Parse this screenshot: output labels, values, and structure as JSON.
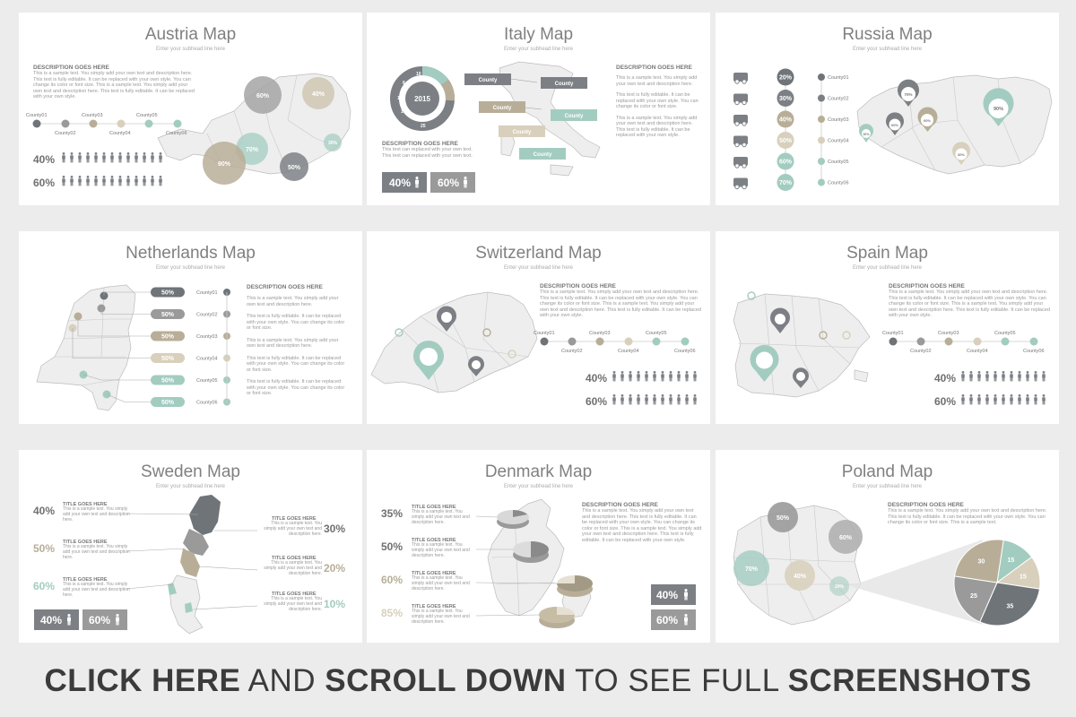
{
  "slides": [
    {
      "title": "Austria Map",
      "subtitle": "Enter your subhead line here",
      "desc_heading": "DESCRIPTION GOES HERE",
      "desc_text": "This is a sample text. You simply add your own text and description here. This text is fully editable. It can be replaced with your own style. You can change its color or font size. This is a sample text. You simply add your own text and description here. This text is fully editable. It can be replaced with your own style.",
      "counties": [
        "County01",
        "County02",
        "County03",
        "County04",
        "County05",
        "County06"
      ],
      "bubbles": [
        "60%",
        "40%",
        "70%",
        "90%",
        "50%",
        "30%"
      ],
      "stats": [
        "40%",
        "60%"
      ]
    },
    {
      "title": "Italy Map",
      "subtitle": "Enter your subhead line here",
      "donut_center": "2015",
      "donut_values": [
        "10",
        "8",
        "10",
        "10",
        "25"
      ],
      "desc_heading": "DESCRIPTION GOES HERE",
      "desc_text": "This text can replaced with your own text. This text can replaced with your own text.",
      "tags": [
        "County",
        "County",
        "County",
        "County",
        "County",
        "County"
      ],
      "right_texts": [
        "This is a sample text. You simply add your own text and description here.",
        "This text is fully editable. It can be replaced with your own style. You can change its color or font size.",
        "This is a sample text. You simply add your own text and description here. This text is fully editable. It can be replaced with your own style."
      ],
      "stats": [
        "40%",
        "60%"
      ]
    },
    {
      "title": "Russia Map",
      "subtitle": "Enter your subhead line here",
      "rows": [
        {
          "value": "20%",
          "label": "County01"
        },
        {
          "value": "30%",
          "label": "County02"
        },
        {
          "value": "40%",
          "label": "County03"
        },
        {
          "value": "50%",
          "label": "County04"
        },
        {
          "value": "60%",
          "label": "County05"
        },
        {
          "value": "70%",
          "label": "County06"
        }
      ],
      "icons": [
        "bicycle-icon",
        "car-icon",
        "bus-icon",
        "train-icon",
        "airplane-icon",
        "ship-icon"
      ],
      "pins": [
        "70%",
        "60%",
        "60%",
        "90%",
        "30%",
        "20%"
      ]
    },
    {
      "title": "Netherlands Map",
      "subtitle": "Enter your subhead line here",
      "pills": [
        "50%",
        "50%",
        "50%",
        "50%",
        "50%",
        "50%"
      ],
      "counties": [
        "County01",
        "County02",
        "County03",
        "County04",
        "County05",
        "County06"
      ],
      "desc_heading": "DESCRIPTION GOES HERE",
      "desc_texts": [
        "This is a sample text. You simply add your own text and description here.",
        "This text is fully editable. It can be replaced with your own style. You can change its color or font size.",
        "This is a sample text. You simply add your own text and description here.",
        "This text is fully editable. It can be replaced with your own style. You can change its color or font size.",
        "This text is fully editable. It can be replaced with your own style. You can change its color or font size."
      ]
    },
    {
      "title": "Switzerland Map",
      "subtitle": "Enter your subhead line here",
      "desc_heading": "DESCRIPTION GOES HERE",
      "desc_text": "This is a sample text. You simply add your own text and description here. This text is fully editable. It can be replaced with your own style. You can change its color or font size. This is a sample text. You simply add your own text and description here. This text is fully editable. It can be replaced with your own style.",
      "counties": [
        "County01",
        "County02",
        "County03",
        "County04",
        "County05",
        "County06"
      ],
      "stats": [
        "40%",
        "60%"
      ]
    },
    {
      "title": "Spain Map",
      "subtitle": "Enter your subhead line here",
      "desc_heading": "DESCRIPTION GOES HERE",
      "desc_text": "This is a sample text. You simply add your own text and description here. This text is fully editable. It can be replaced with your own style. You can change its color or font size. This is a sample text. You simply add your own text and description here. This text is fully editable. It can be replaced with your own style.",
      "counties": [
        "County01",
        "County02",
        "County03",
        "County04",
        "County05",
        "County06"
      ],
      "stats": [
        "40%",
        "60%"
      ]
    },
    {
      "title": "Sweden Map",
      "subtitle": "Enter your subhead line here",
      "left": [
        {
          "pct": "40%",
          "title": "TITLE GOES HERE",
          "text": "This is a sample text. You simply add your own text and description here."
        },
        {
          "pct": "50%",
          "title": "TITLE GOES HERE",
          "text": "This is a sample text. You simply add your own text and description here."
        },
        {
          "pct": "60%",
          "title": "TITLE GOES HERE",
          "text": "This is a sample text. You simply add your own text and description here."
        }
      ],
      "right": [
        {
          "pct": "30%",
          "title": "TITLE GOES HERE",
          "text": "This is a sample text. You simply add your own text and description here."
        },
        {
          "pct": "20%",
          "title": "TITLE GOES HERE",
          "text": "This is a sample text. You simply add your own text and description here."
        },
        {
          "pct": "10%",
          "title": "TITLE GOES HERE",
          "text": "This is a sample text. You simply add your own text and description here."
        }
      ],
      "stats": [
        "40%",
        "60%"
      ]
    },
    {
      "title": "Denmark Map",
      "subtitle": "Enter your subhead line here",
      "left": [
        {
          "pct": "35%",
          "title": "TITLE GOES HERE",
          "text": "This is a sample text. You simply add your own text and description here."
        },
        {
          "pct": "50%",
          "title": "TITLE GOES HERE",
          "text": "This is a sample text. You simply add your own text and description here."
        },
        {
          "pct": "60%",
          "title": "TITLE GOES HERE",
          "text": "This is a sample text. You simply add your own text and description here."
        },
        {
          "pct": "85%",
          "title": "TITLE GOES HERE",
          "text": "This is a sample text. You simply add your own text and description here."
        }
      ],
      "desc_heading": "DESCRIPTION GOES HERE",
      "desc_text": "This is a sample text. You simply add your own text and description here. This text is fully editable. It can be replaced with your own style. You can change its color or font size. This is a sample text. You simply add your own text and description here. This text is fully editable. It can be replaced with your own style.",
      "stats": [
        "40%",
        "60%"
      ]
    },
    {
      "title": "Poland Map",
      "subtitle": "Enter your subhead line here",
      "desc_heading": "DESCRIPTION GOES HERE",
      "desc_text": "This is a sample text. You simply add your own text and description here. This text is fully editable. It can be replaced with your own style. You can change its color or font size. This is a sample text.",
      "bubbles": [
        "50%",
        "60%",
        "70%",
        "40%",
        "20%"
      ],
      "pie": {
        "values": [
          15,
          15,
          35,
          25,
          30
        ],
        "labels": [
          "15",
          "15",
          "35",
          "25",
          "30"
        ]
      }
    }
  ],
  "banner": {
    "p1": "CLICK HERE",
    "p2": " AND ",
    "p3": "SCROLL DOWN",
    "p4": " TO SEE FULL ",
    "p5": "SCREENSHOTS"
  },
  "colors": {
    "dark": "#6f7479",
    "mid": "#9a9a9a",
    "tan": "#b8ae98",
    "lighttan": "#d8d0bc",
    "mint": "#a3ccc0",
    "map": "#eeeeee",
    "border": "#bcbcbc"
  }
}
